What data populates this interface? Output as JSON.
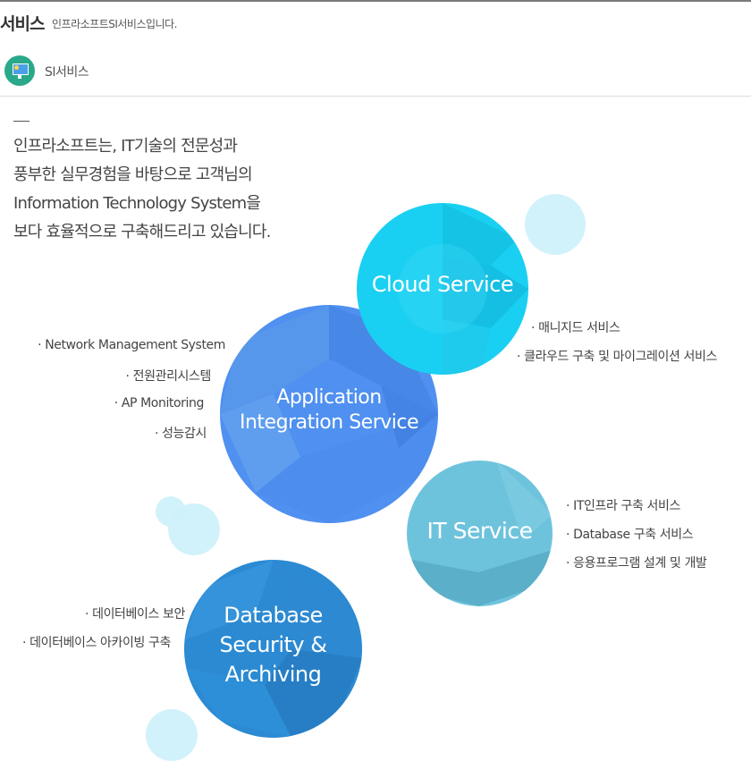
{
  "header": {
    "title": "서비스",
    "subtitle": "인프라소프트SI서비스입니다."
  },
  "section": {
    "icon": "monitor-icon",
    "label": "SI서비스"
  },
  "intro": {
    "lines": [
      "인프라소프트는,   IT기술의 전문성과",
      "풍부한 실무경험을 바탕으로 고객님의",
      "Information Technology System을",
      "보다 효율적으로 구축해드리고 있습니다."
    ]
  },
  "services": {
    "cloud": {
      "title": "Cloud Service",
      "color": "#1ad0f2",
      "items": [
        "· 매니지드 서비스",
        "· 클라우드 구축 및 마이그레이션 서비스"
      ]
    },
    "application": {
      "title_lines": [
        "Application",
        "Integration Service"
      ],
      "color": "#4f90f0",
      "items": [
        "· Network Management System",
        "· 전원관리시스템",
        "· AP Monitoring",
        "· 성능감시"
      ]
    },
    "it": {
      "title": "IT Service",
      "color": "#6ec3dc",
      "items": [
        "· IT인프라 구축 서비스",
        "· Database 구축 서비스",
        "· 응용프로그램 설계 및 개발"
      ]
    },
    "database": {
      "title_lines": [
        "Database",
        "Security &",
        "Archiving"
      ],
      "color": "#2b8ad2",
      "items": [
        "· 데이터베이스 보안",
        "· 데이터베이스 아카이빙 구축"
      ]
    }
  }
}
